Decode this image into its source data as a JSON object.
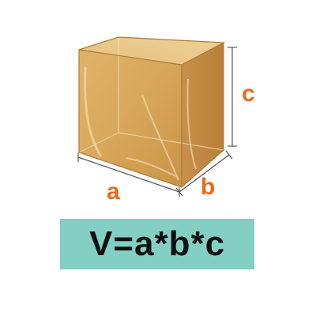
{
  "labels": {
    "a": "a",
    "b": "b",
    "c": "c"
  },
  "formula": "V=a*b*c",
  "colors": {
    "label": "#ec6a1e",
    "formula_bg": "#83cfc3",
    "formula_text": "#101010",
    "box_front": "#d9a95a",
    "box_side": "#c8924a",
    "box_top": "#e8c586",
    "dimension_line": "#555555"
  }
}
